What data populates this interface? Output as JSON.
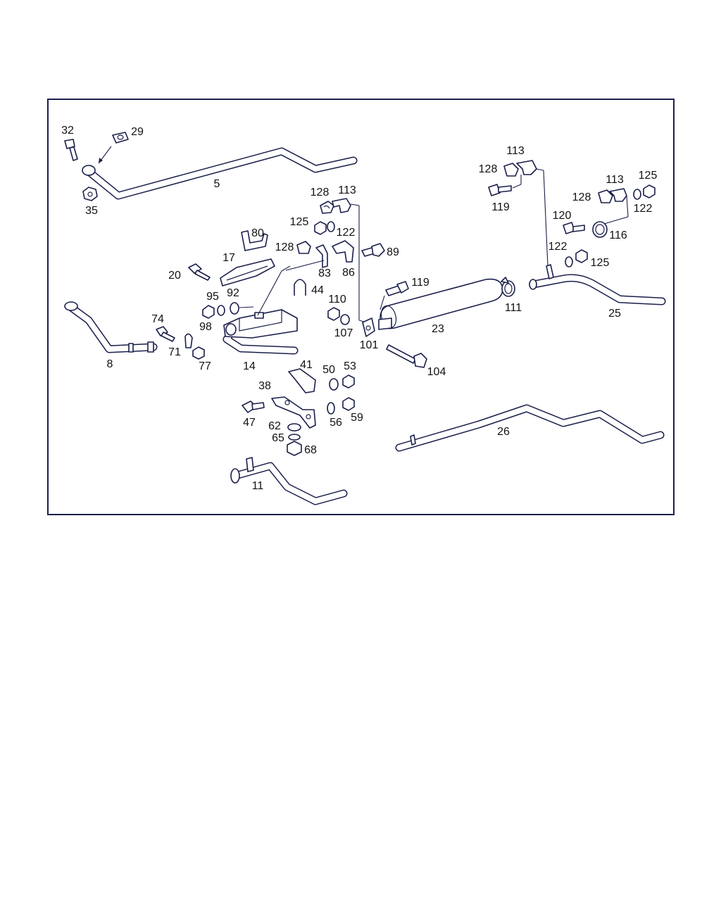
{
  "diagram": {
    "callouts": [
      "5",
      "8",
      "11",
      "14",
      "17",
      "20",
      "23",
      "25",
      "26",
      "29",
      "32",
      "35",
      "38",
      "41",
      "44",
      "47",
      "50",
      "53",
      "56",
      "59",
      "62",
      "65",
      "68",
      "71",
      "74",
      "77",
      "80",
      "83",
      "86",
      "89",
      "92",
      "95",
      "98",
      "101",
      "104",
      "107",
      "110",
      "111",
      "113",
      "116",
      "119",
      "120",
      "122",
      "125",
      "128"
    ],
    "labels": [
      {
        "id": "32",
        "text": "32"
      },
      {
        "id": "29",
        "text": "29"
      },
      {
        "id": "35",
        "text": "35"
      },
      {
        "id": "5",
        "text": "5"
      },
      {
        "id": "8",
        "text": "8"
      },
      {
        "id": "74",
        "text": "74"
      },
      {
        "id": "71",
        "text": "71"
      },
      {
        "id": "77",
        "text": "77"
      },
      {
        "id": "20",
        "text": "20"
      },
      {
        "id": "17",
        "text": "17"
      },
      {
        "id": "80",
        "text": "80"
      },
      {
        "id": "95",
        "text": "95"
      },
      {
        "id": "92",
        "text": "92"
      },
      {
        "id": "98",
        "text": "98"
      },
      {
        "id": "14",
        "text": "14"
      },
      {
        "id": "128a",
        "text": "128"
      },
      {
        "id": "113a",
        "text": "113"
      },
      {
        "id": "125a",
        "text": "125"
      },
      {
        "id": "122a",
        "text": "122"
      },
      {
        "id": "128b",
        "text": "128"
      },
      {
        "id": "83",
        "text": "83"
      },
      {
        "id": "86",
        "text": "86"
      },
      {
        "id": "89",
        "text": "89"
      },
      {
        "id": "44",
        "text": "44"
      },
      {
        "id": "110",
        "text": "110"
      },
      {
        "id": "107",
        "text": "107"
      },
      {
        "id": "101",
        "text": "101"
      },
      {
        "id": "119a",
        "text": "119"
      },
      {
        "id": "23",
        "text": "23"
      },
      {
        "id": "111",
        "text": "111"
      },
      {
        "id": "104",
        "text": "104"
      },
      {
        "id": "41",
        "text": "41"
      },
      {
        "id": "38",
        "text": "38"
      },
      {
        "id": "50",
        "text": "50"
      },
      {
        "id": "53",
        "text": "53"
      },
      {
        "id": "47",
        "text": "47"
      },
      {
        "id": "56",
        "text": "56"
      },
      {
        "id": "59",
        "text": "59"
      },
      {
        "id": "62",
        "text": "62"
      },
      {
        "id": "65",
        "text": "65"
      },
      {
        "id": "68",
        "text": "68"
      },
      {
        "id": "11",
        "text": "11"
      },
      {
        "id": "113b",
        "text": "113"
      },
      {
        "id": "128c",
        "text": "128"
      },
      {
        "id": "119b",
        "text": "119"
      },
      {
        "id": "113c",
        "text": "113"
      },
      {
        "id": "125b",
        "text": "125"
      },
      {
        "id": "128d",
        "text": "128"
      },
      {
        "id": "122b",
        "text": "122"
      },
      {
        "id": "120",
        "text": "120"
      },
      {
        "id": "116",
        "text": "116"
      },
      {
        "id": "122c",
        "text": "122"
      },
      {
        "id": "125c",
        "text": "125"
      },
      {
        "id": "25",
        "text": "25"
      },
      {
        "id": "26",
        "text": "26"
      }
    ],
    "colors": {
      "ink": "#1a1f4a",
      "frame": "#1a1f4a",
      "background": "#ffffff"
    }
  }
}
